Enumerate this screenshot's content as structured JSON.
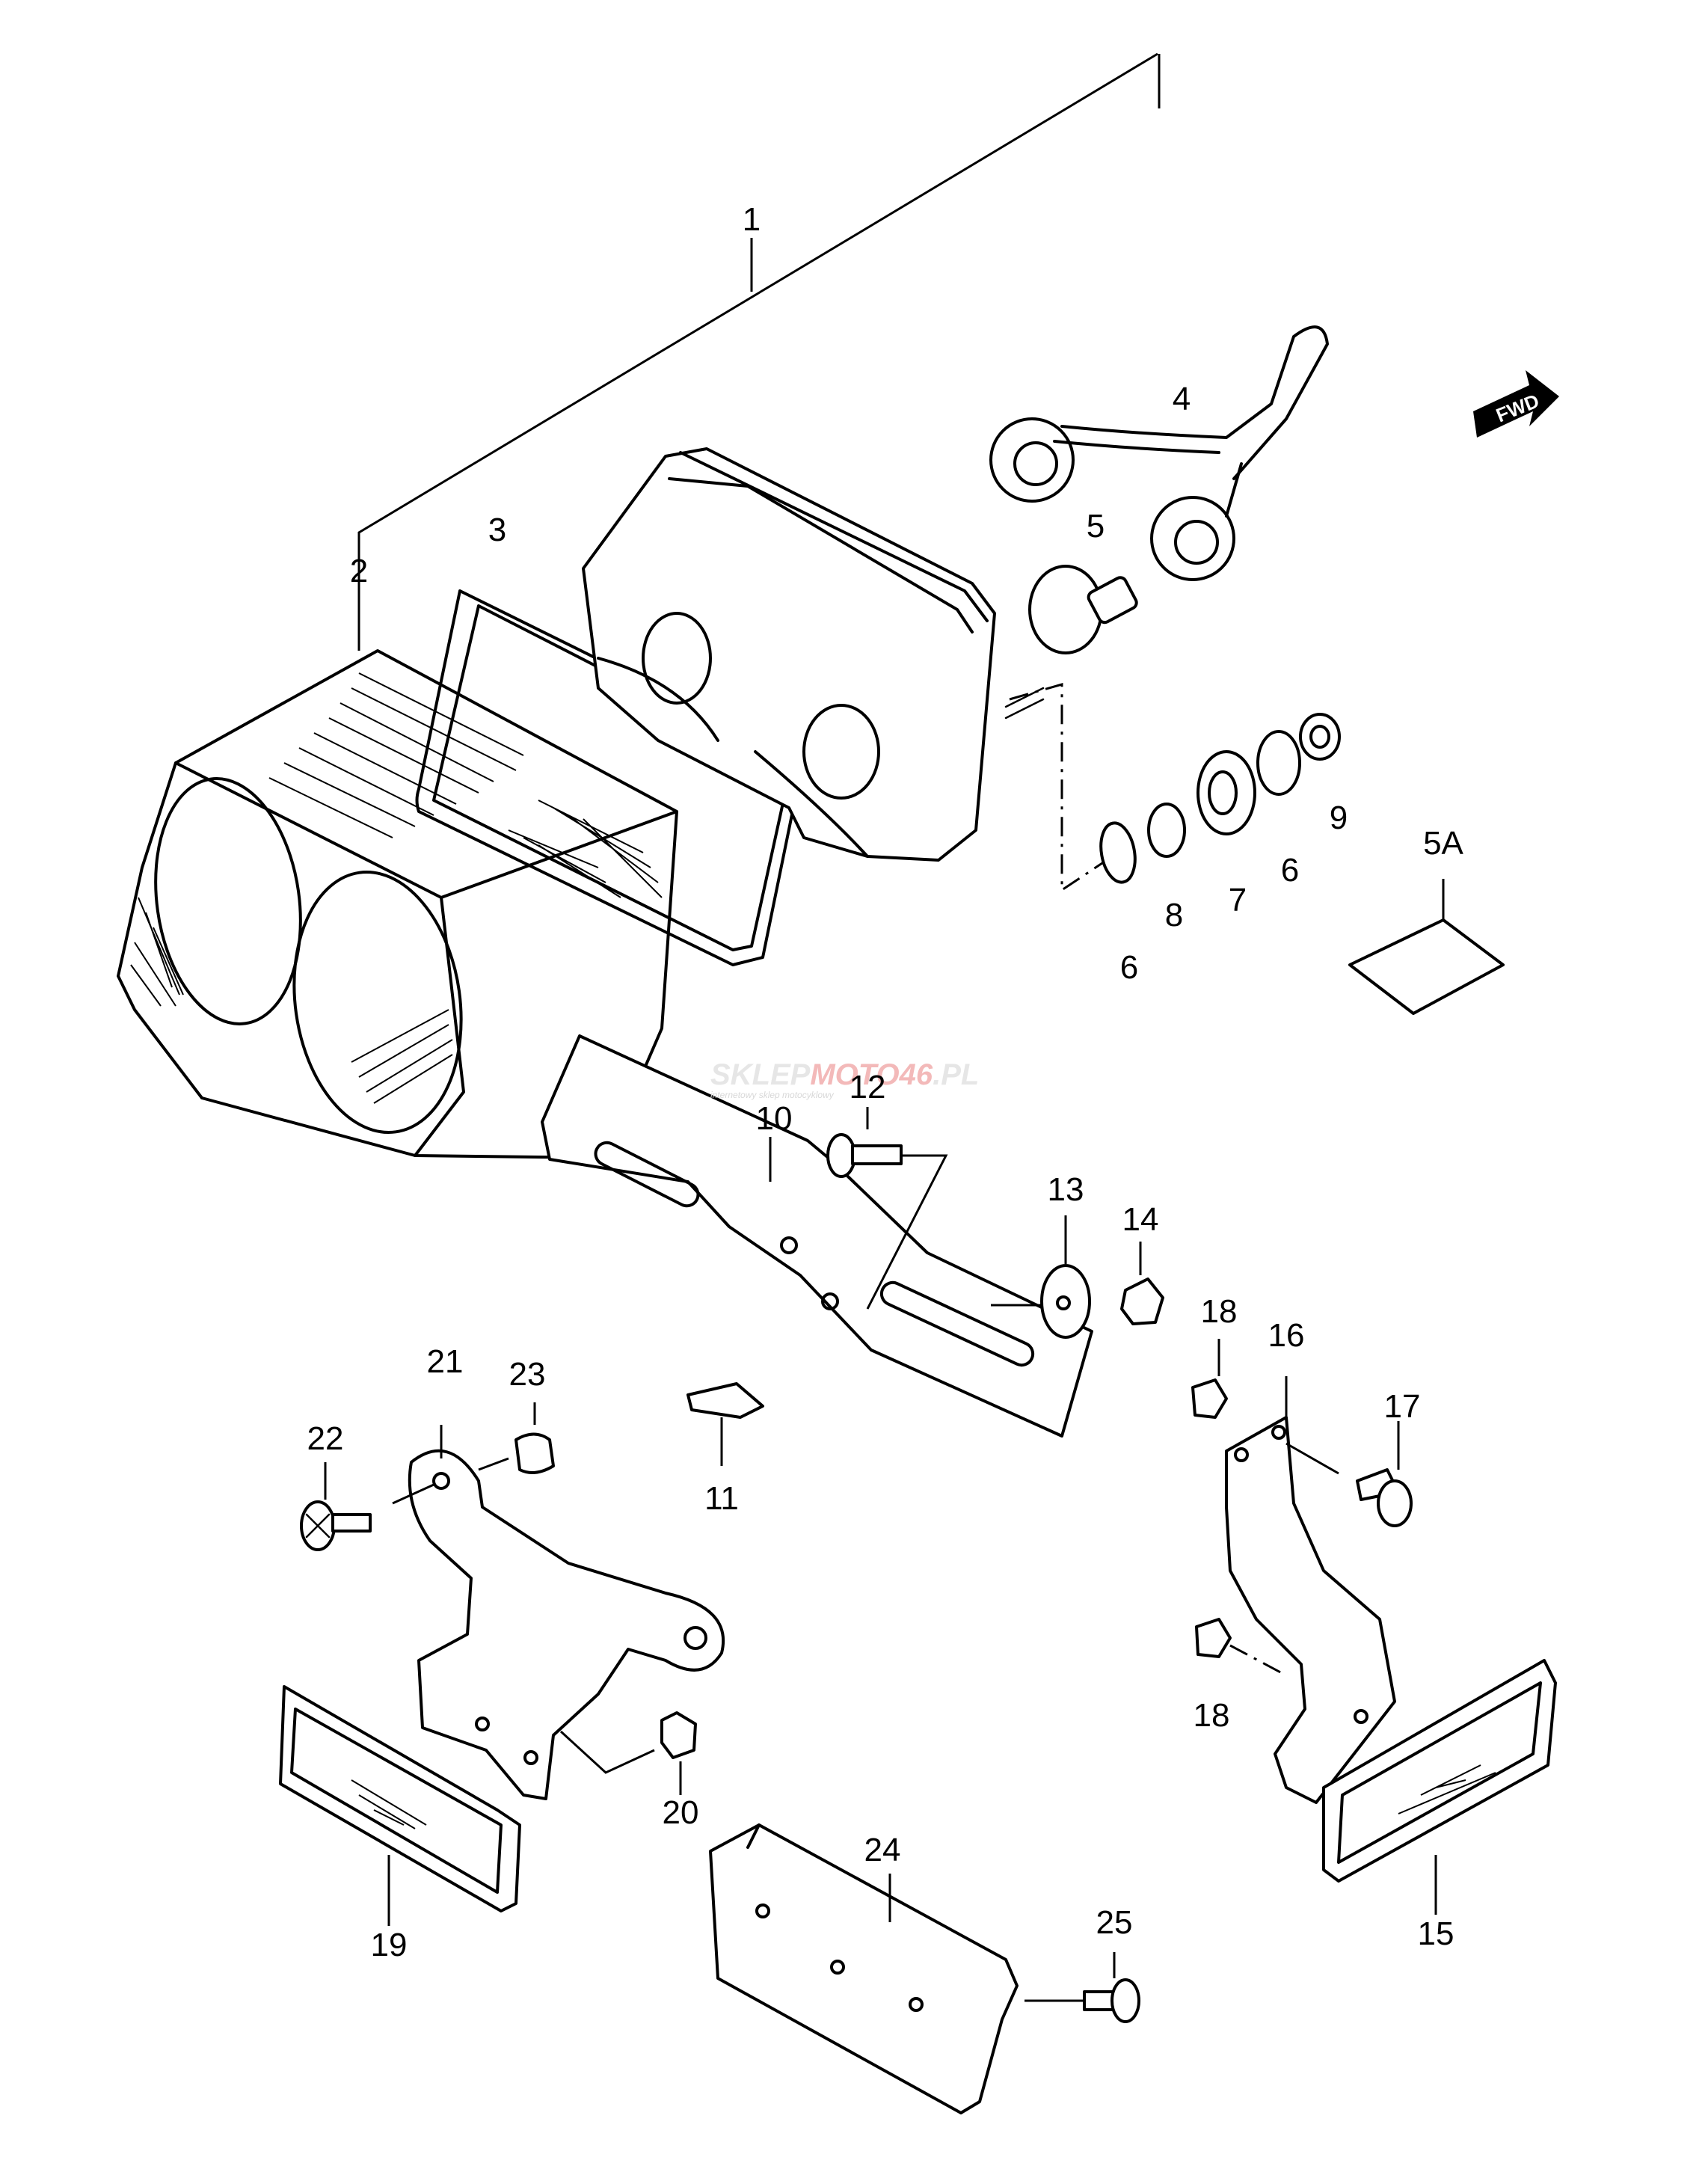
{
  "callouts": {
    "c1": "1",
    "c2": "2",
    "c3": "3",
    "c4": "4",
    "c5": "5",
    "c5a": "5A",
    "c6a": "6",
    "c6b": "6",
    "c7": "7",
    "c8": "8",
    "c9": "9",
    "c10": "10",
    "c11": "11",
    "c12": "12",
    "c13": "13",
    "c14": "14",
    "c15": "15",
    "c16": "16",
    "c17": "17",
    "c18a": "18",
    "c18b": "18",
    "c19": "19",
    "c20": "20",
    "c21": "21",
    "c22": "22",
    "c23": "23",
    "c24": "24",
    "c25": "25"
  },
  "fwd_badge": "FWD",
  "watermark": {
    "brand_prefix": "SKLEP",
    "brand_accent": "MOTO46",
    "brand_suffix": ".PL",
    "tagline": "internetowy sklep motocyklowy"
  }
}
